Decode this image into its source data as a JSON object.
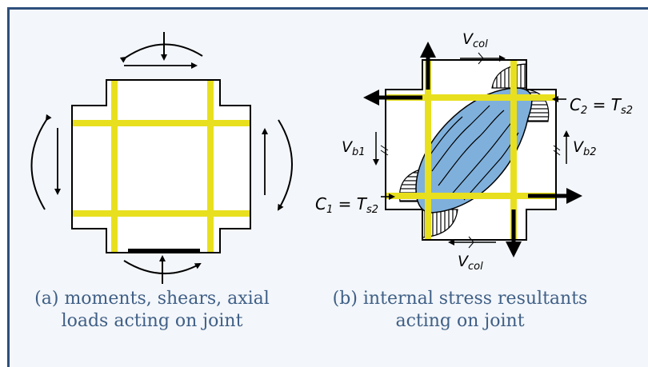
{
  "caption_a": {
    "line1": "(a) moments, shears, axial",
    "line2": "loads acting on joint"
  },
  "caption_b": {
    "line1": "(b) internal stress resultants",
    "line2": "acting on joint"
  },
  "labels": {
    "vcol_top": {
      "main": "V",
      "sub": "col"
    },
    "vcol_bottom": {
      "main": "V",
      "sub": "col"
    },
    "vb1": {
      "main": "V",
      "sub": "b1"
    },
    "vb2": {
      "main": "V",
      "sub": "b2"
    },
    "c1": {
      "main": "C",
      "sub": "1",
      "eq": " = ",
      "rhs_main": "T",
      "rhs_sub": "s2"
    },
    "c2": {
      "main": "C",
      "sub": "2",
      "eq": " = ",
      "rhs_main": "T",
      "rhs_sub": "s2"
    }
  },
  "colors": {
    "frame": "#2d4f7c",
    "caption": "#3f5f86",
    "rebar": "#e8e01e",
    "strut": "#7fb0dc",
    "background": "#f3f6fa"
  }
}
